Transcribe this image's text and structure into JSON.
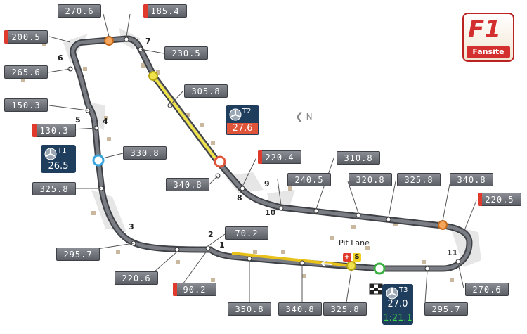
{
  "logo": {
    "big": "F1",
    "small": "Fansite"
  },
  "sectors": [
    {
      "label": "T1",
      "time": "26.5"
    },
    {
      "label": "T2",
      "time": "27.6"
    },
    {
      "label": "T3",
      "time": "27.0",
      "lap": "1:21.1"
    }
  ],
  "corners": [
    "1",
    "2",
    "3",
    "4",
    "5",
    "6",
    "7",
    "8",
    "9",
    "10",
    "11"
  ],
  "speeds": [
    "270.6",
    "185.4",
    "200.5",
    "230.5",
    "265.6",
    "305.8",
    "150.3",
    "130.3",
    "330.8",
    "220.4",
    "325.8",
    "340.8",
    "310.8",
    "240.5",
    "320.8",
    "325.8",
    "340.8",
    "220.5",
    "70.2",
    "295.7",
    "220.6",
    "90.2",
    "350.8",
    "340.8",
    "325.8",
    "295.7",
    "270.6"
  ],
  "pit": {
    "label": "Pit Lane",
    "plus": "+",
    "s": "S"
  },
  "north": "N",
  "colors": {
    "track": "#55585d",
    "drs": "#f0e24a",
    "pitlane": "#e8c21a",
    "speed_red": "#e03a2c",
    "sector_panel": "#1f3d5c",
    "kerb": "#cfcfcf"
  }
}
